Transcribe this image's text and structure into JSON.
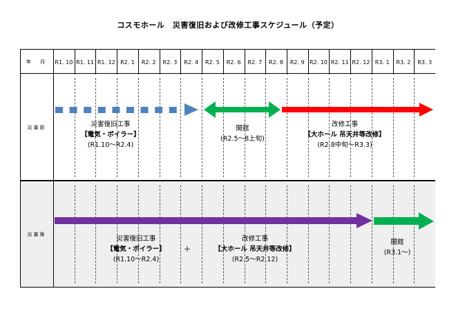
{
  "title": "コスモホール　災害復旧および改修工事スケジュール（予定）",
  "header": {
    "year_month_label": "年　月",
    "months": [
      "R1. 10",
      "R1. 11",
      "R1. 12",
      "R2. 1",
      "R2. 2",
      "R2. 3",
      "R2. 4",
      "R2. 5",
      "R2. 6",
      "R2. 7",
      "R2. 8",
      "R2. 9",
      "R2. 10",
      "R2. 11",
      "R2. 12",
      "R3. 1",
      "R3. 2",
      "R3. 3"
    ]
  },
  "before": {
    "row_label": "災害前",
    "restore": {
      "title": "災害復旧工事",
      "detail": "【電気・ボイラー】",
      "period": "(R1.10〜R2.4)",
      "color": "#4f81bd"
    },
    "open": {
      "title": "開館",
      "period": "(R2.5〜8上旬)",
      "color": "#00b050"
    },
    "renovate": {
      "title": "改修工事",
      "detail": "【大ホール 吊天井等改修】",
      "period": "(R2.8中旬〜R3.3)",
      "color": "#ff0000"
    }
  },
  "after": {
    "row_label": "災害後",
    "restore": {
      "title": "災害復旧工事",
      "detail": "【電気・ボイラー】",
      "period": "(R1.10〜R2.4)"
    },
    "plus": "＋",
    "renovate": {
      "title": "改修工事",
      "detail": "【大ホール 吊天井等改修】",
      "period": "(R2.5〜R2.12)"
    },
    "combined_color": "#7030a0",
    "open": {
      "title": "開館",
      "period": "(R3.1〜)",
      "color": "#00b050"
    }
  }
}
